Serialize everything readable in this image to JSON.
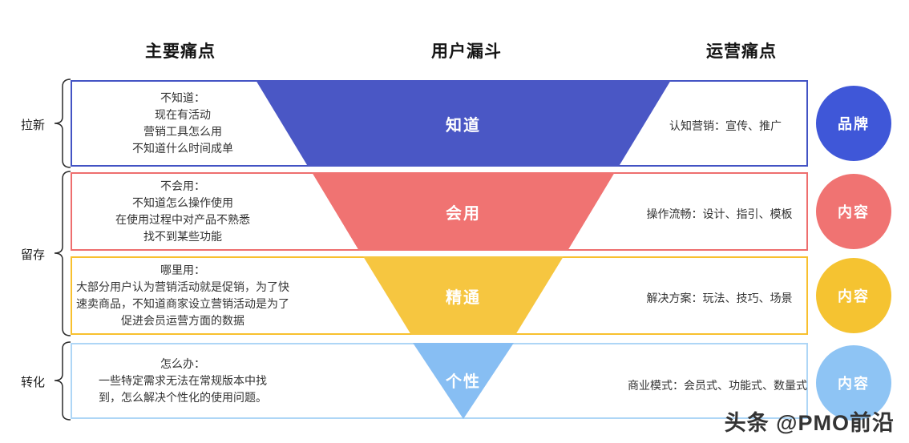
{
  "headers": {
    "pain_main": "主要痛点",
    "funnel": "用户漏斗",
    "pain_ops": "运营痛点"
  },
  "brackets": [
    {
      "label": "拉新"
    },
    {
      "label": "留存"
    },
    {
      "label": "转化"
    }
  ],
  "rows": [
    {
      "pain_text": "不知道：\n现在有活动\n营销工具怎么用\n不知道什么时间成单",
      "funnel_label": "知道",
      "ops_text": "认知营销：宣传、推广",
      "circle_label": "品牌",
      "color_border": "#4353c4",
      "color_funnel": "#4a57c5",
      "color_circle": "#3f57d8"
    },
    {
      "pain_text": "不会用：\n不知道怎么操作使用\n在使用过程中对产品不熟悉\n找不到某些功能",
      "funnel_label": "会用",
      "ops_text": "操作流畅：设计、指引、模板",
      "circle_label": "内容",
      "color_border": "#ee6e6e",
      "color_funnel": "#f07372",
      "color_circle": "#f07372"
    },
    {
      "pain_text": "哪里用：\n大部分用户认为营销活动就是促销，为了快\n速卖商品，不知道商家设立营销活动是为了\n促进会员运营方面的数据",
      "funnel_label": "精通",
      "ops_text": "解决方案：玩法、技巧、场景",
      "circle_label": "内容",
      "color_border": "#f8c02e",
      "color_funnel": "#f6c640",
      "color_circle": "#f5c331"
    },
    {
      "pain_text": "怎么办：\n一些特定需求无法在常规版本中找\n到，怎么解决个性化的使用问题。",
      "funnel_label": "个性",
      "ops_text": "商业模式：会员式、功能式、数量式",
      "circle_label": "内容",
      "color_border": "#aed6f6",
      "color_funnel": "#87bef3",
      "color_circle": "#8ec4f4"
    }
  ],
  "watermark": "头条 @PMO前沿"
}
